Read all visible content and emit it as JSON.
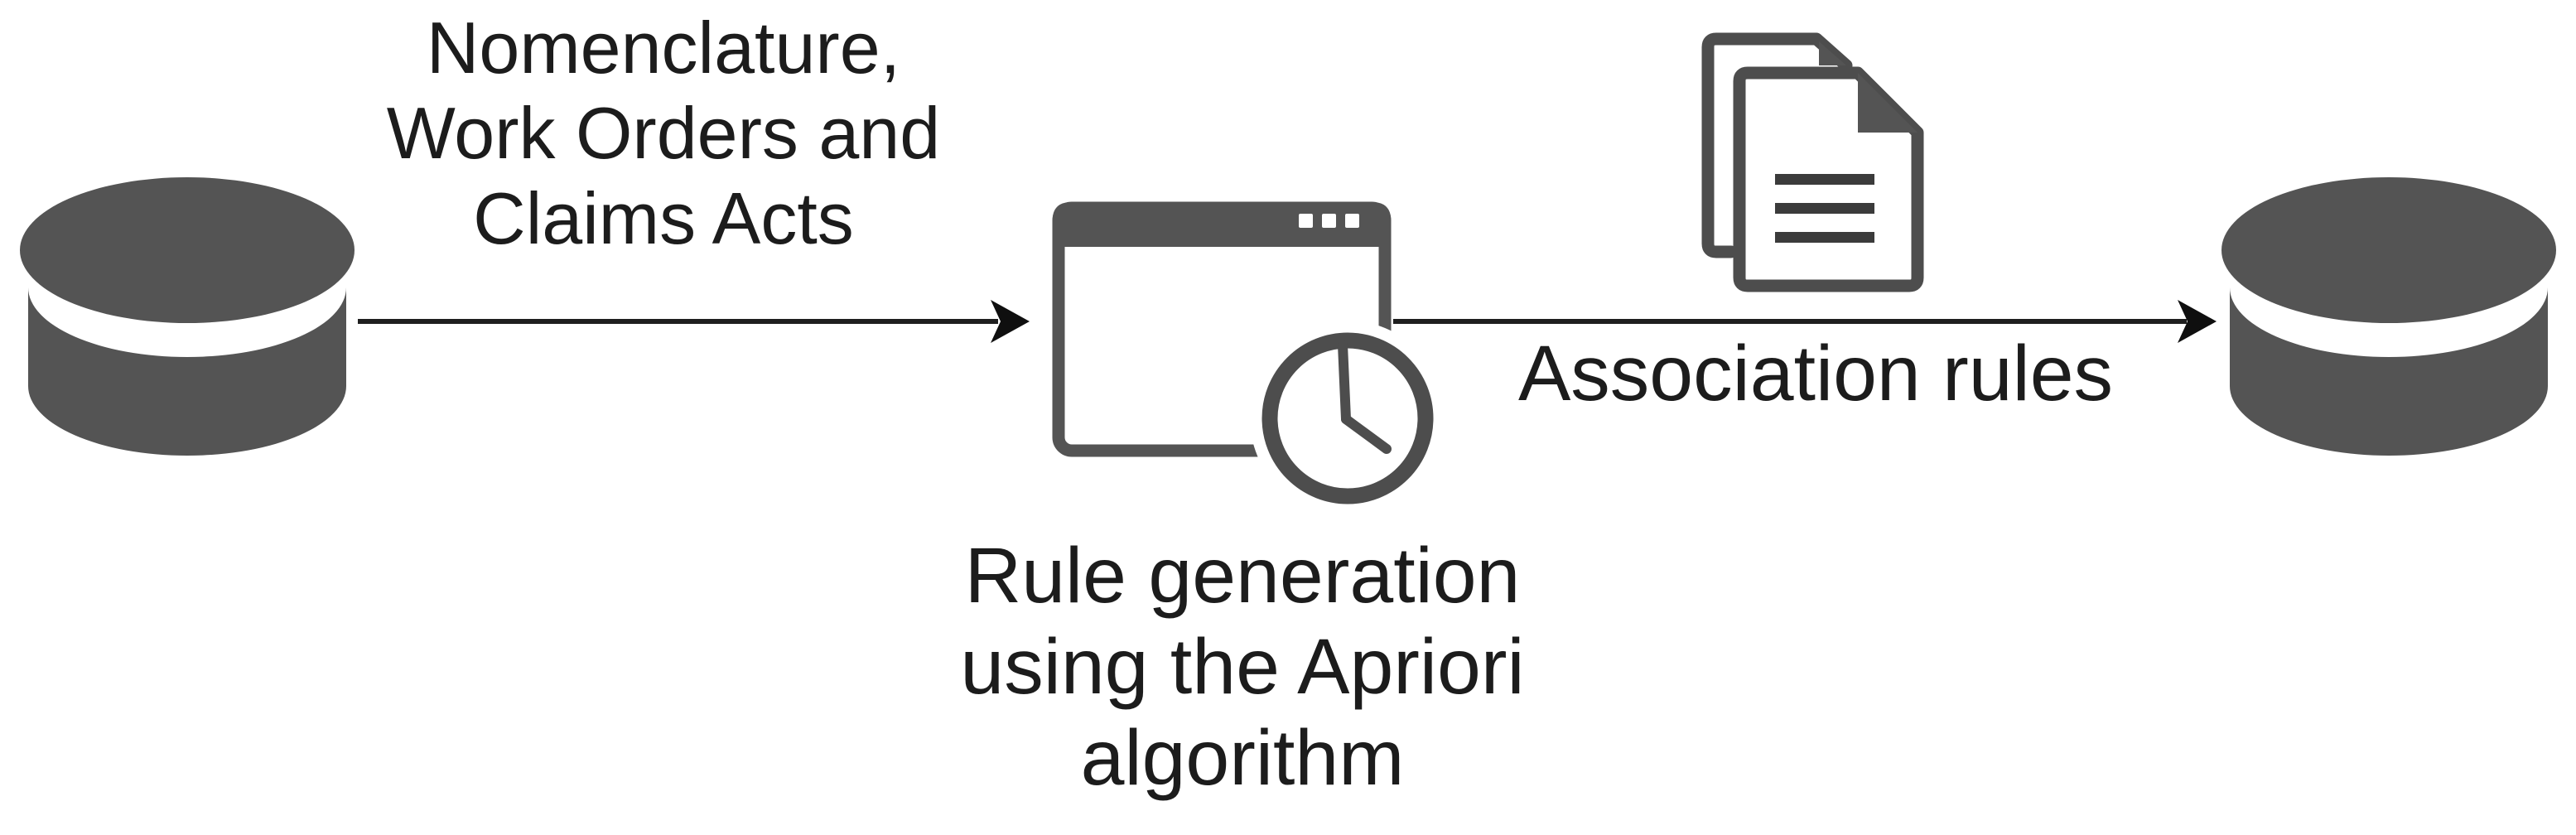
{
  "diagram": {
    "background_color": "#ffffff",
    "shape_color": "#545454",
    "arrow_color": "#1f1f1f",
    "text_color": "#1c1c1c",
    "nodes": {
      "source_db": {
        "icon": "database-cylinder-icon"
      },
      "process": {
        "icon": "app-window-with-clock-icon",
        "label": "Rule generation\nusing the Apriori\nalgorithm"
      },
      "documents": {
        "icon": "stacked-documents-icon"
      },
      "output_db": {
        "icon": "database-cylinder-icon"
      }
    },
    "edges": [
      {
        "from": "source_db",
        "to": "process",
        "label": "Nomenclature,\nWork Orders and\nClaims Acts"
      },
      {
        "from": "process",
        "to": "output_db",
        "label": "Association rules"
      }
    ]
  }
}
